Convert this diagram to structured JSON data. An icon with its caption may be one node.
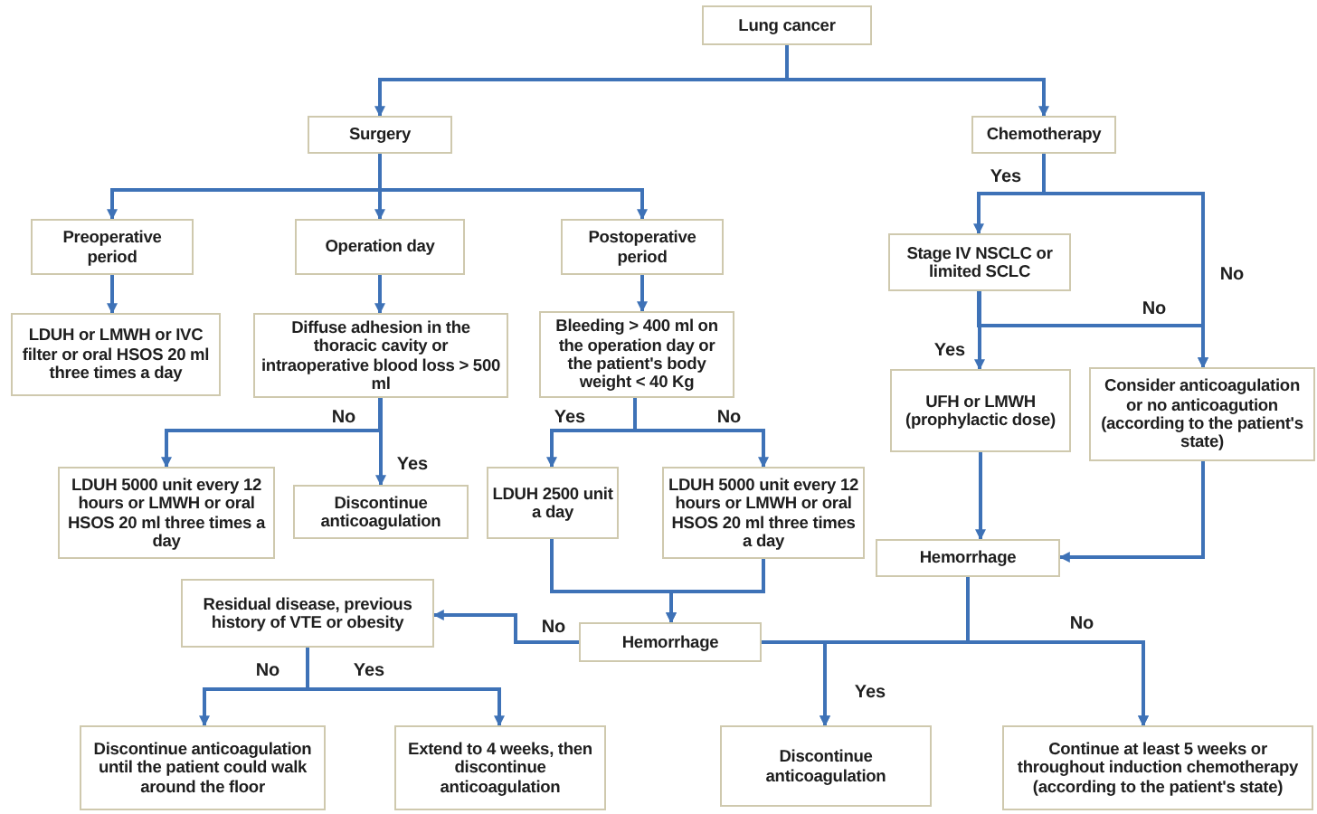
{
  "diagram": {
    "nodes": [
      {
        "text": [
          "Lung cancer"
        ]
      },
      {
        "text": [
          "Surgery"
        ]
      },
      {
        "text": [
          "Chemotherapy"
        ]
      },
      {
        "text": [
          "Preoperative period"
        ]
      },
      {
        "text": [
          "Operation day"
        ]
      },
      {
        "text": [
          "Postoperative period"
        ]
      },
      {
        "text": [
          "Stage IV NSCLC or limited SCLC"
        ]
      },
      {
        "text": [
          "LDUH or LMWH or IVC filter or oral HSOS 20 ml three times a day"
        ]
      },
      {
        "text": [
          "Diffuse adhesion in the thoracic cavity or intraoperative blood loss > 500 ml"
        ]
      },
      {
        "text": [
          "Bleeding > 400 ml on the operation day or the patient's body weight < 40 Kg"
        ]
      },
      {
        "text": [
          "UFH or LMWH (prophylactic dose)"
        ]
      },
      {
        "text": [
          "Consider anticoagulation or no anticoagution (according to the patient's state)"
        ]
      },
      {
        "text": [
          "LDUH 5000 unit every 12 hours or LMWH or oral HSOS 20 ml three times a day"
        ]
      },
      {
        "text": [
          "Discontinue anticoagulation"
        ]
      },
      {
        "text": [
          "LDUH 2500 unit a day"
        ]
      },
      {
        "text": [
          "LDUH 5000 unit every 12 hours or LMWH or oral HSOS 20 ml three times a day"
        ]
      },
      {
        "text": [
          "Residual disease, previous history of VTE or obesity"
        ]
      },
      {
        "text": [
          "Hemorrhage"
        ]
      },
      {
        "text": [
          "Hemorrhage"
        ]
      },
      {
        "text": [
          "Discontinue anticoagulation until the patient could walk around the floor"
        ]
      },
      {
        "text": [
          "Extend to 4 weeks, then discontinue anticoagulation"
        ]
      },
      {
        "text": [
          "Discontinue anticoagulation"
        ]
      },
      {
        "text": [
          "Continue at least 5 weeks or throughout induction chemotherapy (according to the patient's state)"
        ]
      }
    ],
    "edges": [
      {
        "from": 0,
        "to": 1,
        "arrow": "to"
      },
      {
        "from": 0,
        "to": 2,
        "arrow": "to"
      },
      {
        "from": 1,
        "to": 3,
        "arrow": "to"
      },
      {
        "from": 1,
        "to": 4,
        "arrow": "to"
      },
      {
        "from": 1,
        "to": 5,
        "arrow": "to"
      },
      {
        "from": 3,
        "to": 7,
        "arrow": "to"
      },
      {
        "from": 4,
        "to": 8,
        "arrow": "to"
      },
      {
        "from": 5,
        "to": 9,
        "arrow": "to"
      },
      {
        "from": 2,
        "to": 6,
        "arrow": "to",
        "label": "Yes"
      },
      {
        "from": 2,
        "to": 11,
        "arrow": "to",
        "label": "No"
      },
      {
        "from": 6,
        "to": 10,
        "arrow": "to",
        "label": "Yes"
      },
      {
        "from": 6,
        "to": 11,
        "arrow": "to",
        "label": "No"
      },
      {
        "from": 8,
        "to": 12,
        "arrow": "to",
        "label": "No"
      },
      {
        "from": 8,
        "to": 13,
        "arrow": "to",
        "label": "Yes"
      },
      {
        "from": 9,
        "to": 14,
        "arrow": "to",
        "label": "Yes"
      },
      {
        "from": 9,
        "to": 15,
        "arrow": "to",
        "label": "No"
      },
      {
        "from": 14,
        "to": 17,
        "arrow": "to"
      },
      {
        "from": 15,
        "to": 17,
        "arrow": "to"
      },
      {
        "from": 10,
        "to": 18,
        "arrow": "to"
      },
      {
        "from": 11,
        "to": 18,
        "arrow": "to"
      },
      {
        "from": 17,
        "to": 16,
        "arrow": "to",
        "label": "No"
      },
      {
        "from": 16,
        "to": 19,
        "arrow": "to",
        "label": "No"
      },
      {
        "from": 16,
        "to": 20,
        "arrow": "to",
        "label": "Yes"
      },
      {
        "from": 17,
        "to": 21,
        "arrow": "to"
      },
      {
        "from": 17,
        "to": 22,
        "arrow": "to"
      },
      {
        "from": 18,
        "to": 21,
        "arrow": "to",
        "label": "Yes"
      },
      {
        "from": 18,
        "to": 22,
        "arrow": "to",
        "label": "No"
      }
    ]
  }
}
